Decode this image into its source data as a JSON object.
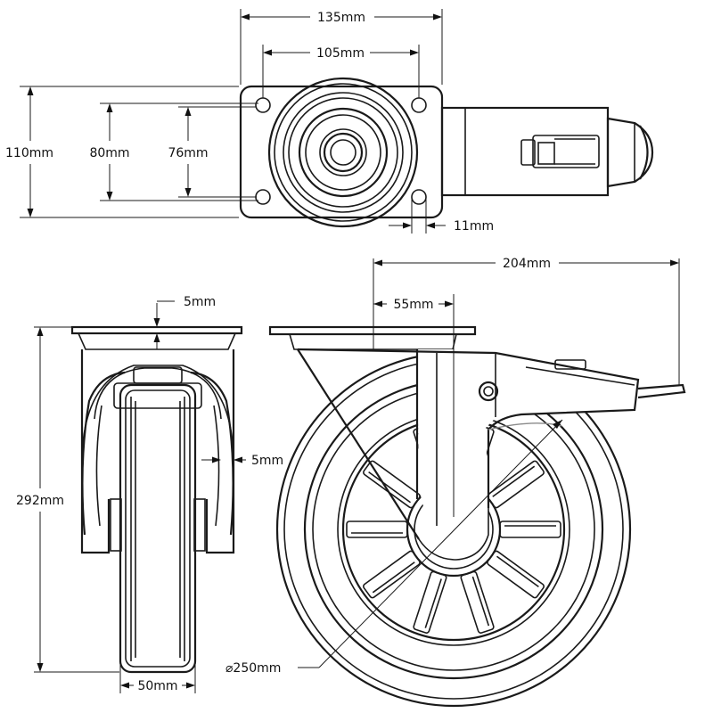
{
  "drawing": {
    "title": "Swivel castor with brake - technical dimension drawing",
    "views": [
      "top-plate-view",
      "front-view",
      "side-view"
    ]
  },
  "dimensions": {
    "plate_width": "135mm",
    "hole_spacing_width": "105mm",
    "plate_length": "110mm",
    "hole_spacing_length_outer": "80mm",
    "hole_spacing_length_inner": "76mm",
    "bolt_hole": "11mm",
    "plate_thickness": "5mm",
    "fork_thickness": "5mm",
    "overall_height": "292mm",
    "wheel_width": "50mm",
    "swivel_offset": "55mm",
    "overall_radius": "204mm",
    "wheel_diameter": "⌀250mm"
  },
  "colors": {
    "line": "#1a1a1a",
    "background": "#ffffff"
  }
}
